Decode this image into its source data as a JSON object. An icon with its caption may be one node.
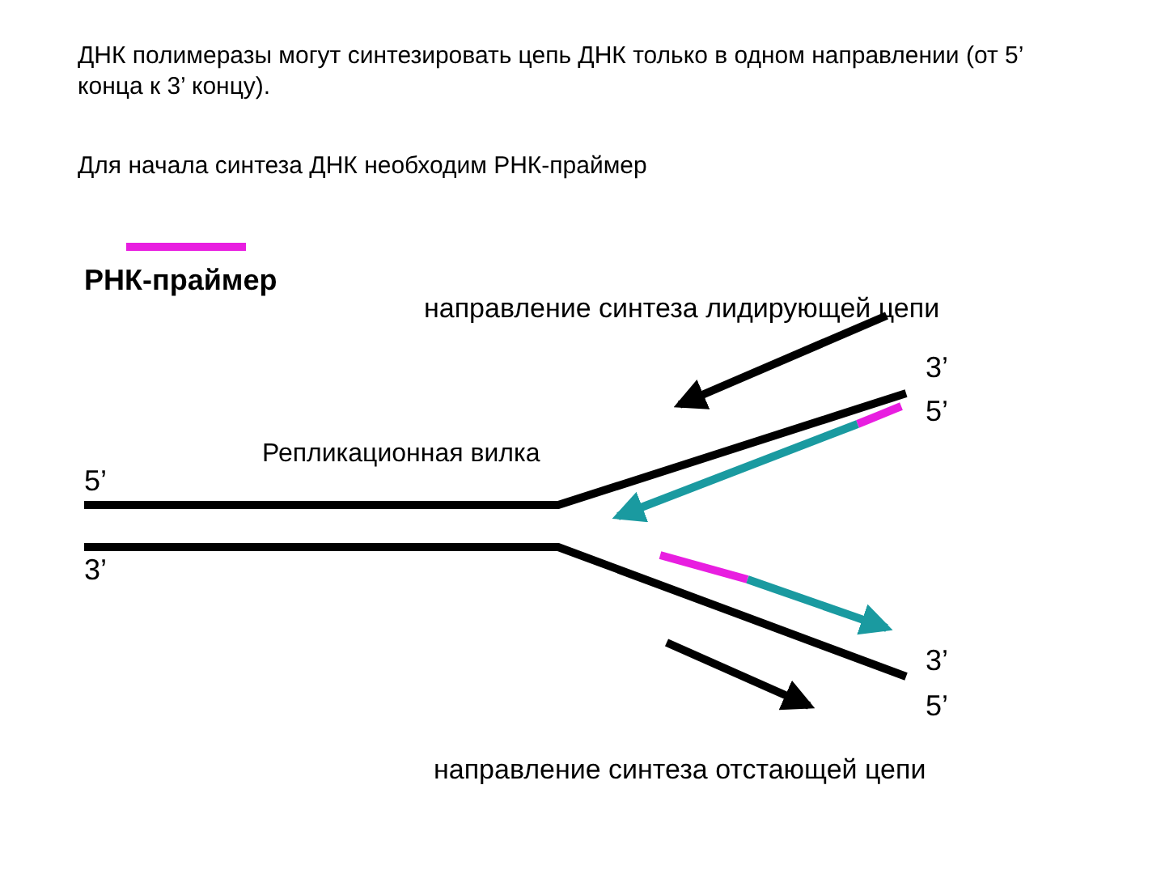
{
  "diagram": {
    "labels": [
      "ДНК полимеразы могут синтезировать цепь ДНК только в одном направлении (от 5’ конца к 3’ концу).",
      "Для начала синтеза ДНК необходим РНК-праймер",
      "направление синтеза лидирующей цепи",
      "3’",
      "5’",
      "Репликационная вилка",
      "5’",
      "3’",
      "3’",
      "5’",
      "направление синтеза отстающей цепи"
    ],
    "legend": [
      {
        "text": "РНК-праймер"
      }
    ]
  }
}
